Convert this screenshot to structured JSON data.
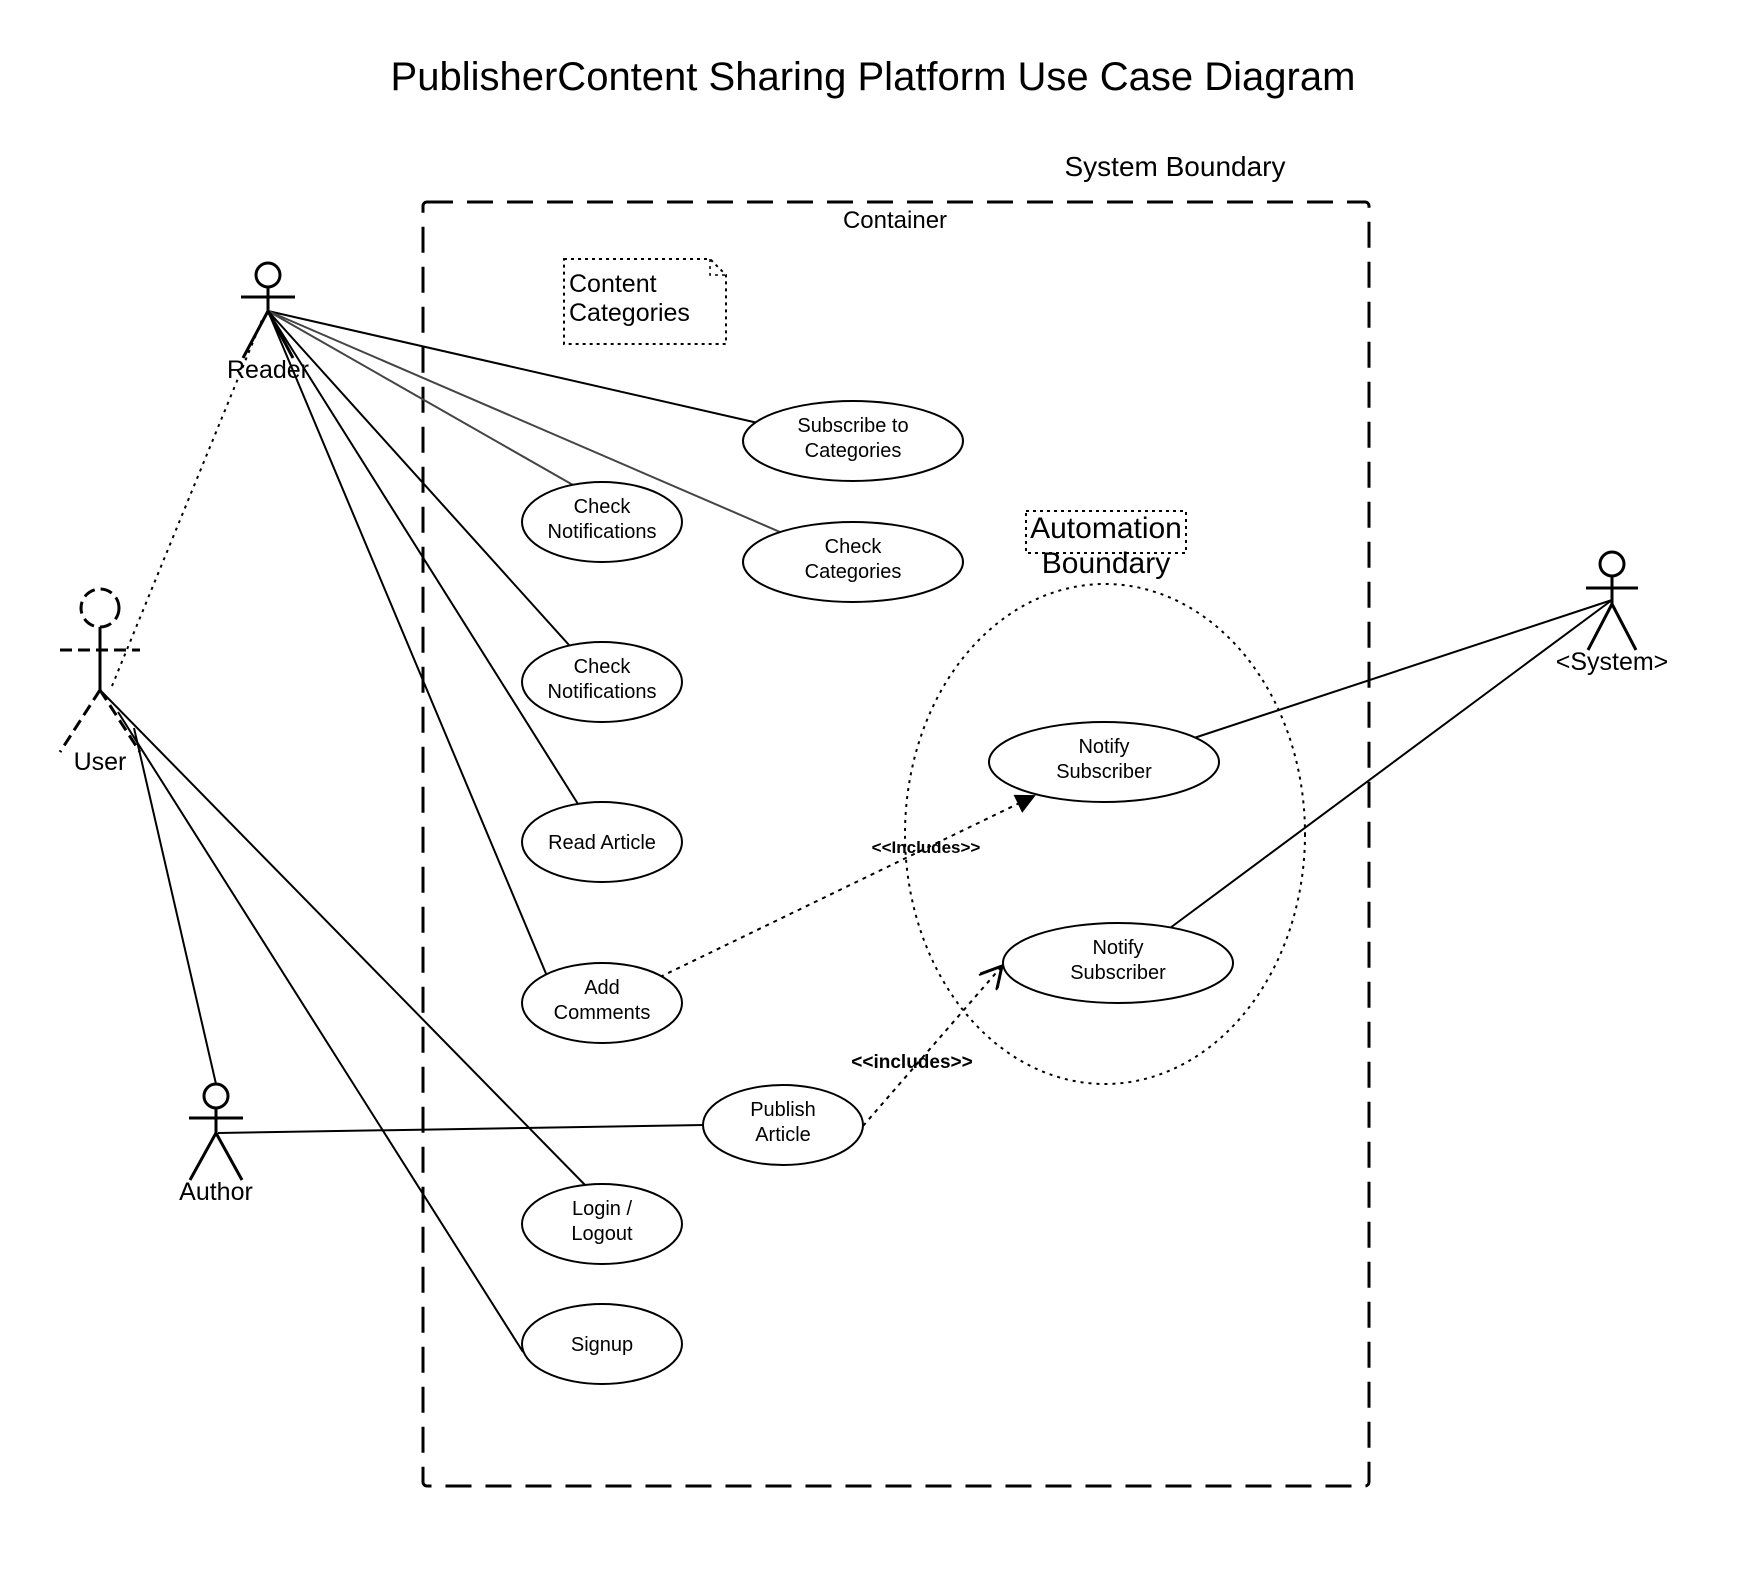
{
  "title": "PublisherContent Sharing Platform Use Case Diagram",
  "system_boundary_label": "System Boundary",
  "container_label": "Container",
  "note": {
    "line1": "Content",
    "line2": "Categories"
  },
  "automation_boundary": {
    "line1": "Automation",
    "line2": "Boundary"
  },
  "actors": {
    "reader": "Reader",
    "user": "User",
    "author": "Author",
    "system": "<System>"
  },
  "use_cases": {
    "subscribe": {
      "line1": "Subscribe to",
      "line2": "Categories"
    },
    "check_notifications_1": {
      "line1": "Check",
      "line2": "Notifications"
    },
    "check_categories": {
      "line1": "Check",
      "line2": "Categories"
    },
    "check_notifications_2": {
      "line1": "Check",
      "line2": "Notifications"
    },
    "read_article": {
      "line1": "Read Article"
    },
    "add_comments": {
      "line1": "Add",
      "line2": "Comments"
    },
    "publish_article": {
      "line1": "Publish",
      "line2": "Article"
    },
    "login_logout": {
      "line1": "Login /",
      "line2": "Logout"
    },
    "signup": {
      "line1": "Signup"
    },
    "notify_subscriber_1": {
      "line1": "Notify",
      "line2": "Subscriber"
    },
    "notify_subscriber_2": {
      "line1": "Notify",
      "line2": "Subscriber"
    }
  },
  "relations": {
    "includes_1": "<<Includes>>",
    "includes_2": "<<includes>>"
  }
}
